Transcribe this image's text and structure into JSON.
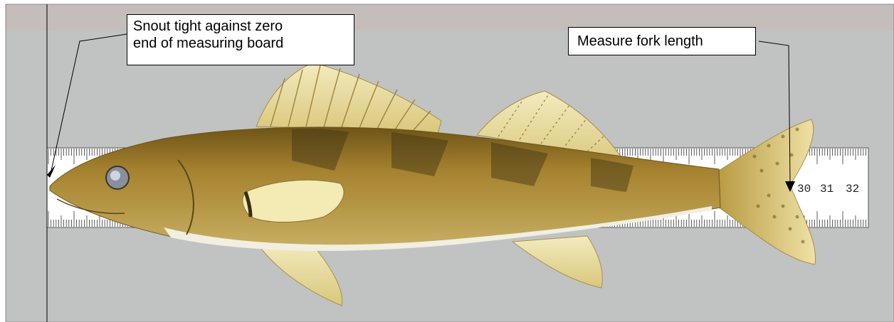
{
  "ruler": {
    "tick_labels": [
      "30",
      "31",
      "32"
    ]
  },
  "callouts": {
    "snout": {
      "line1": "Snout tight against zero",
      "line2": "end of measuring board"
    },
    "fork": {
      "text": "Measure fork length"
    }
  },
  "colors": {
    "background": "#c0c3c2",
    "top_band": "#c4bdb9",
    "ruler": "#ffffff",
    "fish_body": "#9b7a2e",
    "fish_belly": "#f2f0e0",
    "fins": "#e8dc9a"
  }
}
